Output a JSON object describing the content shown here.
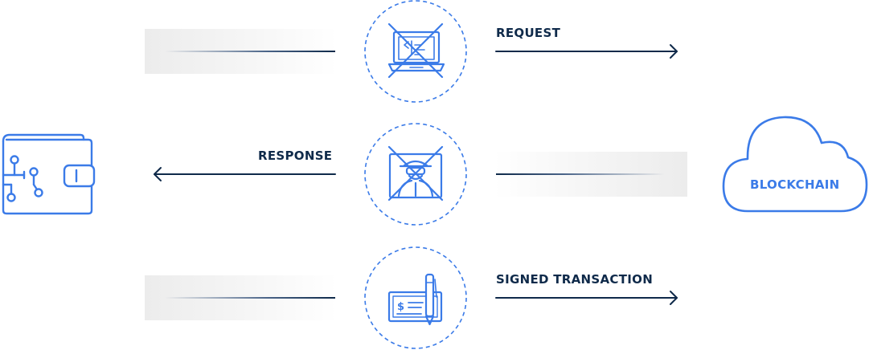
{
  "diagram": {
    "labels": {
      "request": "REQUEST",
      "response": "RESPONSE",
      "signed_transaction": "SIGNED TRANSACTION",
      "blockchain": "BLOCKCHAIN"
    },
    "nodes": [
      {
        "id": "wallet",
        "icon": "wallet-icon"
      },
      {
        "id": "laptop",
        "icon": "laptop-code-icon",
        "crossed_out": true
      },
      {
        "id": "spy",
        "icon": "spy-icon",
        "crossed_out": true
      },
      {
        "id": "check",
        "icon": "check-pen-icon",
        "crossed_out": false
      },
      {
        "id": "blockchain",
        "icon": "cloud-icon"
      }
    ],
    "flows": [
      {
        "label_key": "request",
        "direction": "right"
      },
      {
        "label_key": "response",
        "direction": "left"
      },
      {
        "label_key": "signed_transaction",
        "direction": "right"
      }
    ],
    "colors": {
      "accent": "#3b7be8",
      "dark": "#0f2a4a",
      "fade": "#ececec"
    }
  }
}
